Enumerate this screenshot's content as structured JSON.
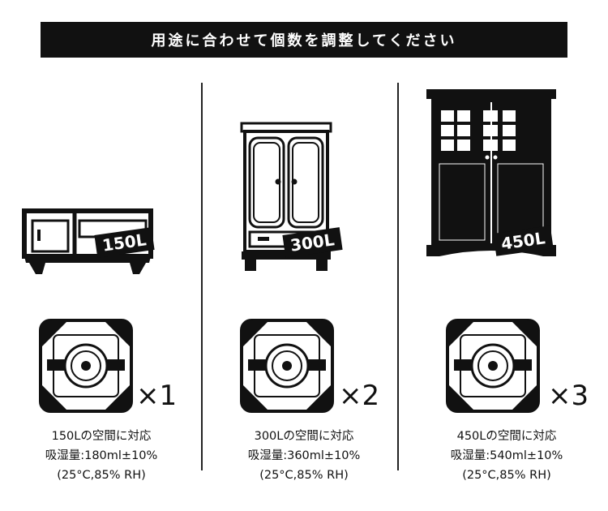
{
  "banner": {
    "title": "用途に合わせて個数を調整してください"
  },
  "columns": [
    {
      "furniture_icon": "tv-stand-icon",
      "capacity_tag": "150L",
      "multiplier": "×1",
      "lines": [
        "150Lの空間に対応",
        "吸湿量:180ml±10%",
        "(25°C,85% RH)"
      ]
    },
    {
      "furniture_icon": "wardrobe-icon",
      "capacity_tag": "300L",
      "multiplier": "×2",
      "lines": [
        "300Lの空間に対応",
        "吸湿量:360ml±10%",
        "(25°C,85% RH)"
      ]
    },
    {
      "furniture_icon": "cabinet-icon",
      "capacity_tag": "450L",
      "multiplier": "×3",
      "lines": [
        "450Lの空間に対応",
        "吸湿量:540ml±10%",
        "(25°C,85% RH)"
      ]
    }
  ],
  "product_icon": "dehumidifier-box-icon"
}
